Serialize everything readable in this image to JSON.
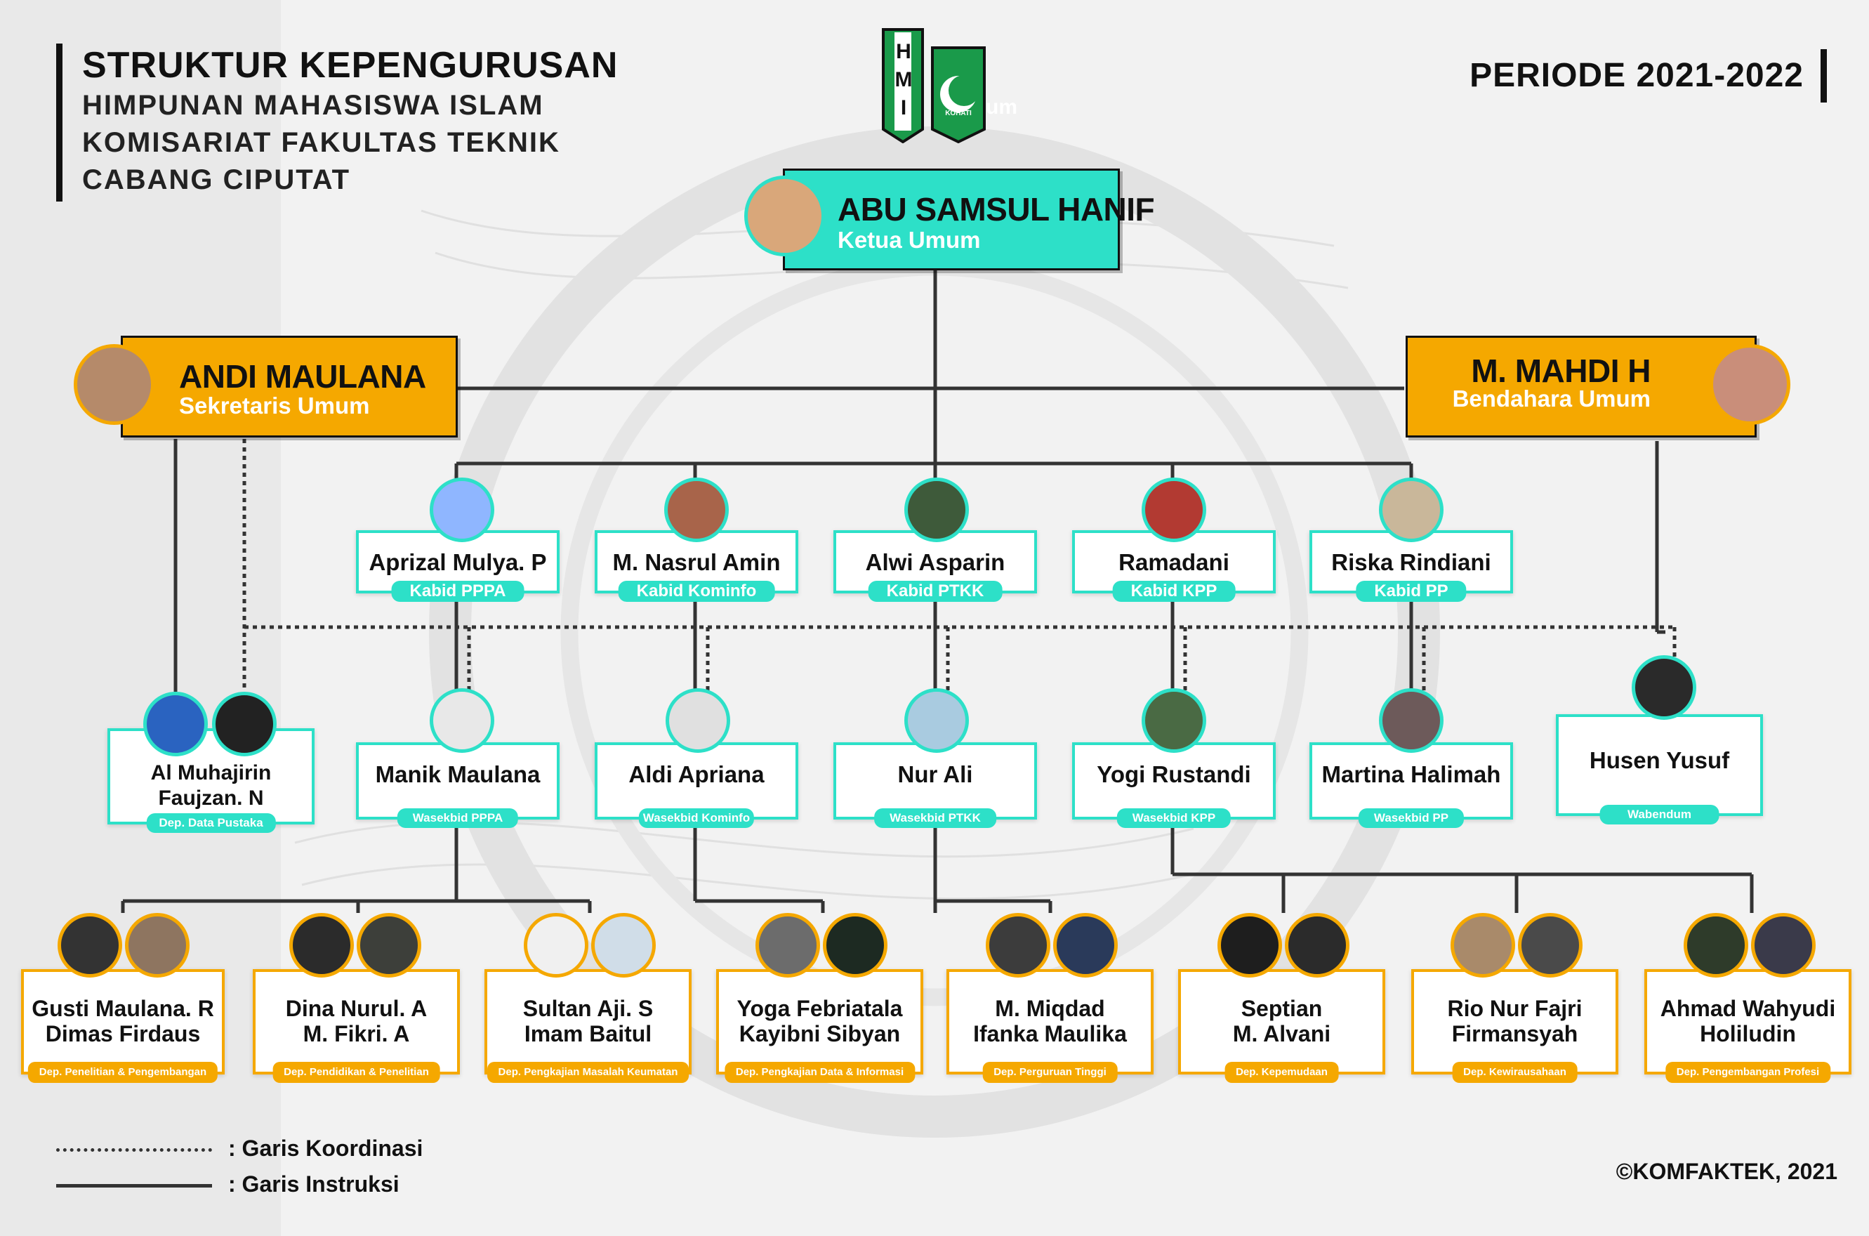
{
  "header": {
    "title": "STRUKTUR KEPENGURUSAN",
    "line1": "HIMPUNAN MAHASISWA ISLAM",
    "line2": "KOMISARIAT FAKULTAS TEKNIK",
    "line3": "CABANG CIPUTAT",
    "periode": "PERIODE 2021-2022"
  },
  "logo": {
    "hmi_letters": [
      "H",
      "M",
      "I"
    ],
    "kohati_text": "KOHATI",
    "suffix": "um"
  },
  "colors": {
    "accent_cyan": "#2de0c8",
    "accent_orange": "#f5a800",
    "text_dark": "#111111"
  },
  "top": {
    "ketua": {
      "name": "ABU SAMSUL HANIF",
      "role": "Ketua Umum"
    },
    "sekretaris": {
      "name": "ANDI MAULANA",
      "role": "Sekretaris Umum"
    },
    "bendahara": {
      "name": "M. MAHDI H",
      "role": "Bendahara Umum"
    }
  },
  "kabid": [
    {
      "name": "Aprizal Mulya. P",
      "role": "Kabid PPPA"
    },
    {
      "name": "M. Nasrul Amin",
      "role": "Kabid Kominfo"
    },
    {
      "name": "Alwi Asparin",
      "role": "Kabid PTKK"
    },
    {
      "name": "Ramadani",
      "role": "Kabid KPP"
    },
    {
      "name": "Riska Rindiani",
      "role": "Kabid PP"
    }
  ],
  "mid": [
    {
      "name": "Al Muhajirin\nFaujzan. N",
      "role": "Dep. Data Pustaka"
    },
    {
      "name": "Manik Maulana",
      "role": "Wasekbid PPPA"
    },
    {
      "name": "Aldi Apriana",
      "role": "Wasekbid Kominfo"
    },
    {
      "name": "Nur Ali",
      "role": "Wasekbid PTKK"
    },
    {
      "name": "Yogi Rustandi",
      "role": "Wasekbid KPP"
    },
    {
      "name": "Martina Halimah",
      "role": "Wasekbid PP"
    },
    {
      "name": "Husen Yusuf",
      "role": "Wabendum"
    }
  ],
  "departments": [
    {
      "name": "Gusti Maulana. R\nDimas Firdaus",
      "role": "Dep. Penelitian & Pengembangan"
    },
    {
      "name": "Dina Nurul. A\nM. Fikri. A",
      "role": "Dep. Pendidikan & Penelitian"
    },
    {
      "name": "Sultan Aji. S\nImam Baitul",
      "role": "Dep. Pengkajian Masalah Keumatan"
    },
    {
      "name": "Yoga Febriatala\nKayibni Sibyan",
      "role": "Dep. Pengkajian Data & Informasi"
    },
    {
      "name": "M. Miqdad\nIfanka Maulika",
      "role": "Dep. Perguruan Tinggi"
    },
    {
      "name": "Septian\nM. Alvani",
      "role": "Dep. Kepemudaan"
    },
    {
      "name": "Rio Nur Fajri\nFirmansyah",
      "role": "Dep. Kewirausahaan"
    },
    {
      "name": "Ahmad Wahyudi\nHoliludin",
      "role": "Dep. Pengembangan Profesi"
    }
  ],
  "legend": {
    "dotted": ": Garis Koordinasi",
    "solid": ": Garis Instruksi"
  },
  "copyright": "©KOMFAKTEK, 2021"
}
